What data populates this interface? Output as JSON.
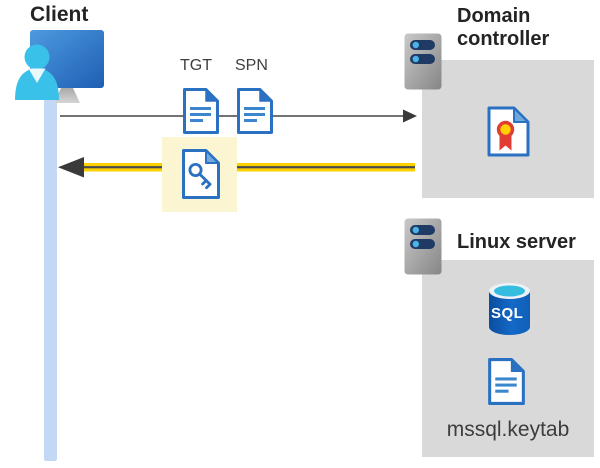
{
  "diagram": {
    "client": {
      "label": "Client"
    },
    "tickets": {
      "tgt_label": "TGT",
      "spn_label": "SPN"
    },
    "domain_controller": {
      "title": "Domain controller"
    },
    "linux_server": {
      "title": "Linux server",
      "sql_icon_label": "SQL",
      "keytab_file_label": "mssql.keytab"
    },
    "colors": {
      "doc_blue": "#2B71C2",
      "doc_line_blue": "#3C86CE",
      "fold_light_blue": "#6FA8DC",
      "accent_yellow": "#FDD000",
      "arrow_gray": "#5F5F5F",
      "arrowhead_dark": "#3A3A3A",
      "panel_gray": "#D9D9D9",
      "highlight_cream": "#FBF5D2",
      "presence_bar_blue": "#C3D8F4",
      "person_cyan": "#3AC1E9",
      "monitor_blue": "#2E6FC0",
      "server_navy": "#203A66",
      "server_dot_cyan": "#4AB3E8",
      "cert_red": "#E23D32",
      "cert_gold": "#FFD100",
      "sql_body_blue": "#0F5CB0",
      "sql_top_cyan": "#35BDE0"
    }
  }
}
